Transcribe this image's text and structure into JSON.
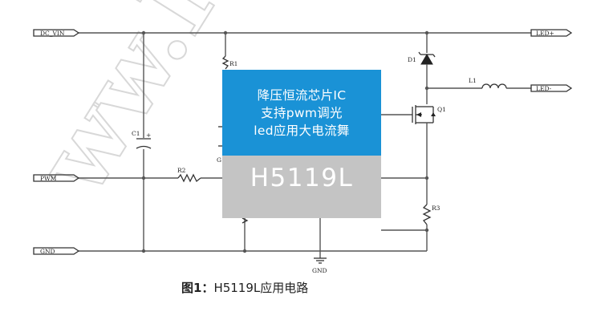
{
  "watermark": "ww.H",
  "nets": {
    "dc_vin": "DC_VIN",
    "pwm": "PWM",
    "gnd": "GND",
    "led_pos": "LED+",
    "led_neg": "LED-",
    "gnd_symbol": "GND"
  },
  "components": {
    "r1": "R1",
    "r2": "R2",
    "r3": "R3",
    "c1": "C1",
    "d1": "D1",
    "l1": "L1",
    "q1": "Q1",
    "cap_plus": "+",
    "chip_pin_g": "G"
  },
  "chip": {
    "line1": "降压恒流芯片IC",
    "line2": "支持pwm调光",
    "line3": "led应用大电流舞",
    "model": "H5119L"
  },
  "caption": {
    "figure": "图1：",
    "text": "H5119L应用电路"
  },
  "colors": {
    "chip_top": "#1a92d6",
    "chip_bottom": "#c4c4c4",
    "wire": "#555555"
  }
}
